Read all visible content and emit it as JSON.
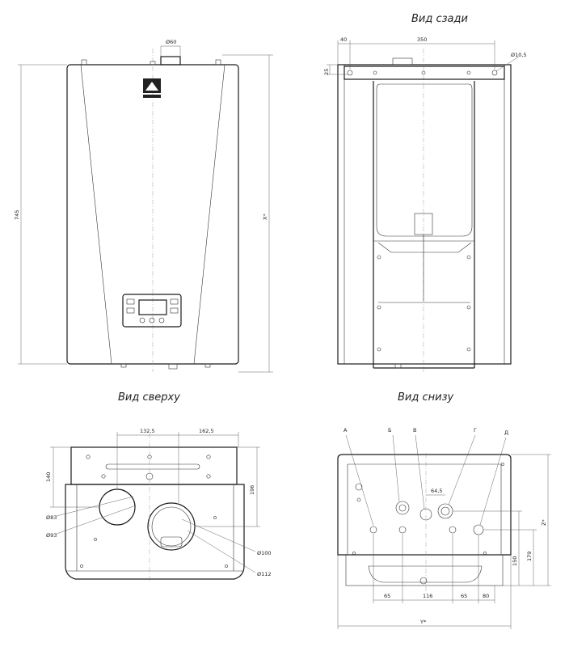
{
  "views": {
    "rear": "Вид сзади",
    "top": "Вид сверху",
    "bottom": "Вид снизу"
  },
  "dims": {
    "front_pipe": "Ø60",
    "front_height": "745",
    "front_x": "X*",
    "rear_left": "40",
    "rear_span": "350",
    "rear_hole": "Ø10,5",
    "rear_side": "25",
    "top_left": "132,5",
    "top_right": "162,5",
    "top_140": "140",
    "top_196": "196",
    "top_d83": "Ø83",
    "top_d93": "Ø93",
    "top_d100": "Ø100",
    "top_d112": "Ø112",
    "bot_64": "64,5",
    "bot_z": "Z*",
    "bot_179": "179",
    "bot_150": "150",
    "bot_65a": "65",
    "bot_116": "116",
    "bot_65b": "65",
    "bot_80": "80",
    "bot_y": "Y*"
  },
  "connections": [
    "А",
    "Б",
    "В",
    "Г",
    "Д"
  ]
}
